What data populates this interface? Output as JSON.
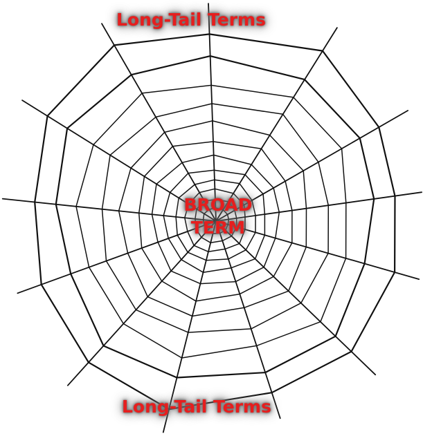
{
  "center_label": {
    "line1": "BROAD",
    "line2": "TERM"
  },
  "outer_labels": {
    "top": "Long-Tail Terms",
    "bottom": "Long-Tail Terms"
  },
  "colors": {
    "label_text": "#e61e1e",
    "label_glow": "#6b6b6b",
    "web_lines": "#111111",
    "background": "#ffffff"
  },
  "icons": {
    "diagram": "spider-web"
  }
}
